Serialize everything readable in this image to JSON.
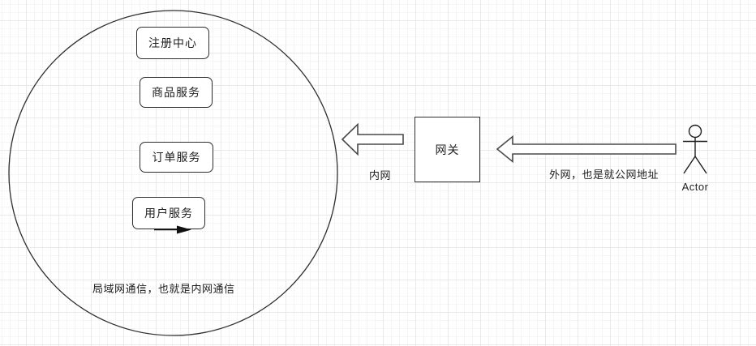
{
  "diagram": {
    "lan_zone": {
      "services": [
        {
          "label": "注册中心"
        },
        {
          "label": "商品服务"
        },
        {
          "label": "订单服务"
        },
        {
          "label": "用户服务"
        }
      ],
      "caption": "局域网通信，也就是内网通信"
    },
    "gateway": {
      "label": "网关"
    },
    "intranet_arrow": {
      "label": "内网",
      "direction": "left"
    },
    "extranet_arrow": {
      "label": "外网，也是就公网地址",
      "direction": "left"
    },
    "actor": {
      "label": "Actor"
    },
    "colors": {
      "background": "#ffffff",
      "shape_fill": "#ffffff",
      "stroke": "#2e2e2e",
      "grid_minor": "#f5f5f5",
      "grid_major": "#e9e9e9"
    }
  }
}
